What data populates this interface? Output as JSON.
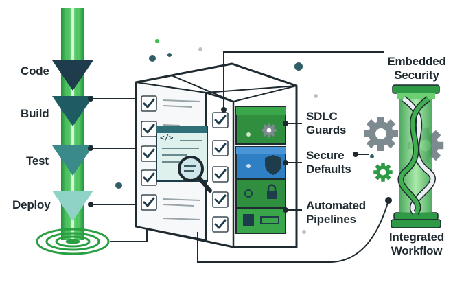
{
  "pipeline": {
    "stages": [
      "Code",
      "Build",
      "Test",
      "Deploy"
    ]
  },
  "features": [
    {
      "line1": "SDLC",
      "line2": "Guards"
    },
    {
      "line1": "Secure",
      "line2": "Defaults"
    },
    {
      "line1": "Automated",
      "line2": "Pipelines"
    }
  ],
  "top_label": {
    "line1": "Embedded",
    "line2": "Security"
  },
  "bottom_label": {
    "line1": "Integrated",
    "line2": "Workflow"
  },
  "code_window": {
    "tag": "</>"
  },
  "icons": [
    "chevron-arrow-icon",
    "checkmark-icon",
    "magnifier-icon",
    "gear-icon",
    "shield-icon",
    "lock-icon",
    "double-helix-icon",
    "ripple-icon"
  ],
  "colors": {
    "dark_green": "#1e7a3c",
    "bright_green": "#3fbf4f",
    "navy": "#1f3c4c",
    "teal": "#2f6f78",
    "blue": "#2f7fc4",
    "light_teal": "#8fd3c6"
  }
}
